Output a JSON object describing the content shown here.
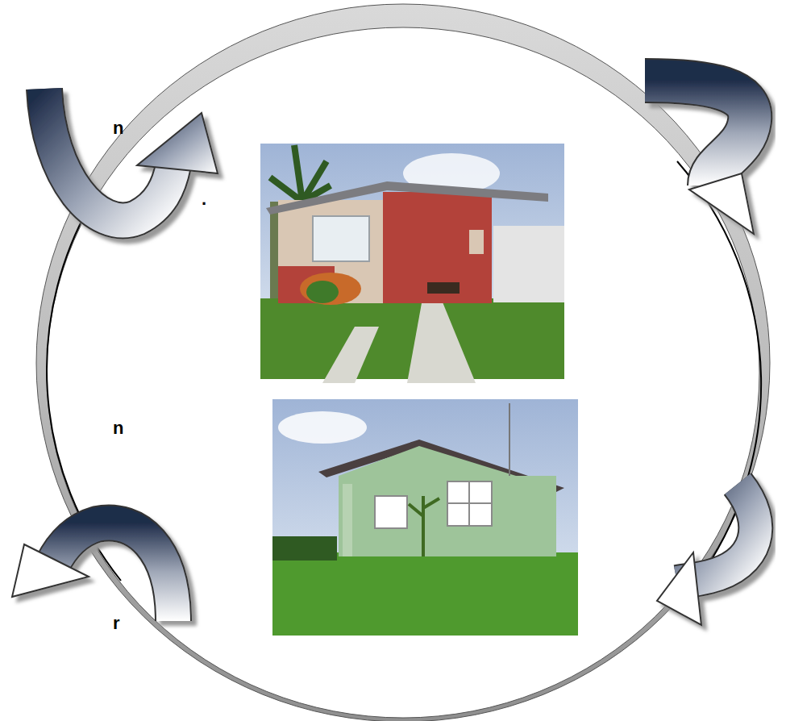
{
  "diagram": {
    "labels": [
      "n",
      ".",
      "n",
      "r"
    ]
  }
}
